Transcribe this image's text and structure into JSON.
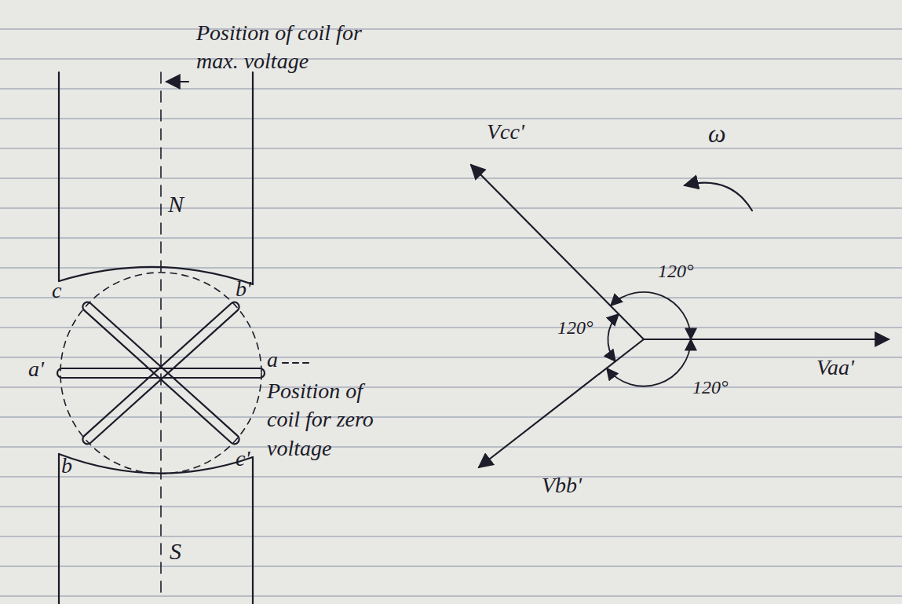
{
  "diagram": {
    "labels": [
      "Position of coil for max. voltage",
      "N",
      "c",
      "b'",
      "a'",
      "a",
      "Position of coil for zero voltage",
      "b",
      "c'",
      "S",
      "Vcc'",
      "ω",
      "120°",
      "120°",
      "120°",
      "Vaa'",
      "Vbb'"
    ]
  }
}
